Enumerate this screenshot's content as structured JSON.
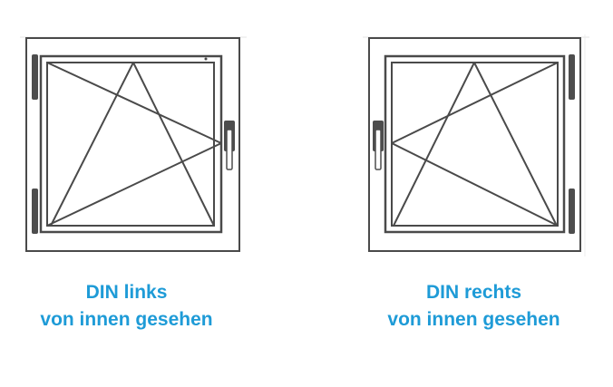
{
  "colors": {
    "frame": "#4a4a4a",
    "hinge": "#4d4d4d",
    "caption": "#1e9bd7",
    "background": "#ffffff"
  },
  "left_window": {
    "caption_line1": "DIN links",
    "caption_line2": "von innen gesehen",
    "hinge_side": "left",
    "handle_side": "right"
  },
  "right_window": {
    "caption_line1": "DIN rechts",
    "caption_line2": "von innen gesehen",
    "hinge_side": "right",
    "handle_side": "left"
  }
}
